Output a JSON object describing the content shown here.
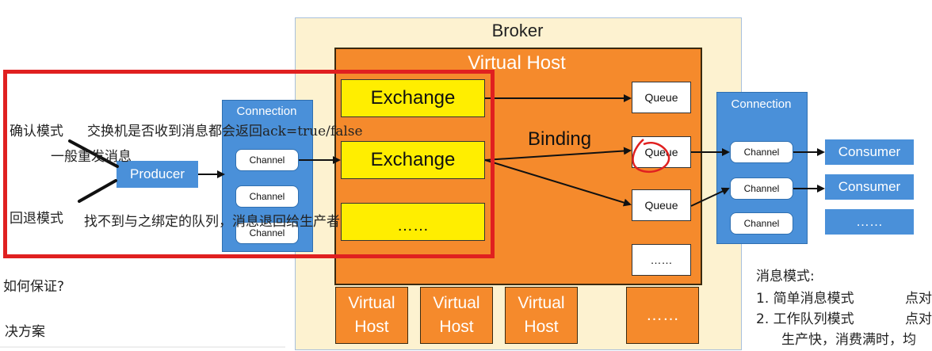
{
  "broker": {
    "title": "Broker"
  },
  "virtual_host": {
    "title": "Virtual Host"
  },
  "exchanges": [
    "Exchange",
    "Exchange",
    "……"
  ],
  "binding_label": "Binding",
  "queues": [
    "Queue",
    "Queue",
    "Queue",
    "……"
  ],
  "producer": {
    "label": "Producer"
  },
  "connection_left": {
    "title": "Connection",
    "channels": [
      "Channel",
      "Channel",
      "Channel"
    ]
  },
  "connection_right": {
    "title": "Connection",
    "channels": [
      "Channel",
      "Channel",
      "Channel"
    ]
  },
  "consumers": [
    "Consumer",
    "Consumer",
    "……"
  ],
  "other_hosts": [
    "Virtual\nHost",
    "Virtual\nHost",
    "Virtual\nHost",
    "……"
  ],
  "annotations": {
    "confirm_mode": "确认模式",
    "confirm_desc": "交换机是否收到消息都会返回ack=true/false",
    "resend": "一般重发消息",
    "return_mode": "回退模式",
    "return_desc": "找不到与之绑定的队列，消息退回给生产者",
    "how_guarantee": "如何保证?",
    "solution": "决方案",
    "message_modes": "消息模式:",
    "mode1": "1. 简单消息模式",
    "mode1_tail": "点对",
    "mode2": "2. 工作队列模式",
    "mode2_tail": "点对",
    "mode2_note": "生产快，消费满时，均"
  },
  "colors": {
    "broker_bg": "#fdf2d0",
    "virtual_host": "#f58a2c",
    "exchange": "#ffee00",
    "connection": "#4a90d9",
    "highlight_box": "#e02020"
  }
}
